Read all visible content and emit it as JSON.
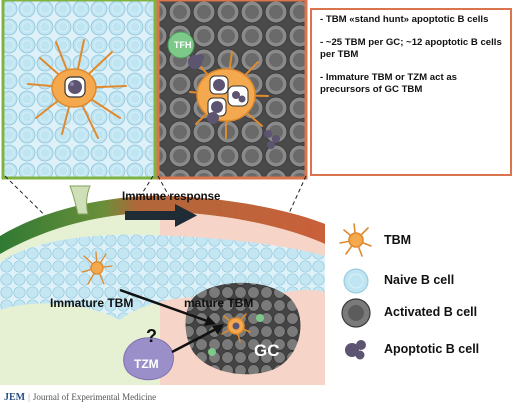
{
  "notes": [
    "- TBM «stand hunt» apoptotic B cells",
    "- ~25 TBM per GC; ~12 apoptotic B cells per TBM",
    "- Immature TBM or TZM act as precursors of GC TBM"
  ],
  "labels": {
    "tfh": "TFH",
    "immune_response": "Immune response",
    "immature_tbm": "Immature TBM",
    "mature_tbm": "mature TBM",
    "question": "?",
    "tzm": "TZM",
    "gc": "GC"
  },
  "legend": {
    "tbm": "TBM",
    "naive": "Naive B cell",
    "activated": "Activated B cell",
    "apoptotic": "Apoptotic B cell"
  },
  "footer": {
    "logo": "JEM",
    "journal": "Journal of Experimental Medicine"
  },
  "colors": {
    "green_frame": "#7fb443",
    "orange_frame": "#d9744c",
    "tbm": "#f4a94f",
    "naive_cell": "#bfe4f2",
    "activated_cell": "#555555",
    "apoptotic_cell": "#5c5470",
    "tzm": "#9a8fc9",
    "tfh": "#7cc98a",
    "green_zone": "#e6f1d3",
    "red_zone": "#f6d5c8",
    "arrow_band": "#1f2c36"
  }
}
